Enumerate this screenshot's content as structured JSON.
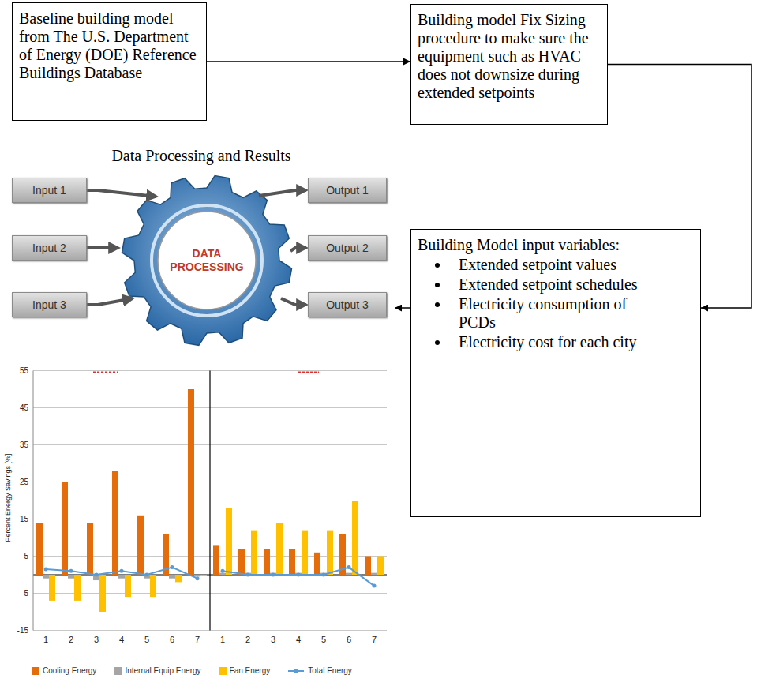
{
  "diagram": {
    "nodes": [
      {
        "text": [
          "Baseline building model from The U.S. Department of Energy (DOE) Reference Buildings Database"
        ]
      },
      {
        "text": [
          "Building model Fix Sizing procedure to make sure the equipment such as HVAC does not downsize during extended setpoints"
        ]
      },
      {
        "text": [
          "Data Processing and Results"
        ]
      },
      {
        "text": [
          "Building Model input variables:",
          "Extended setpoint values",
          "Extended setpoint schedules",
          "Electricity consumption of PCDs",
          "Electricity cost for each city"
        ]
      }
    ],
    "edges": [
      {
        "from": 0,
        "to": 1,
        "arrow": "to"
      },
      {
        "from": 1,
        "to": 3,
        "arrow": "to"
      },
      {
        "from": 3,
        "to": 2,
        "arrow": "to"
      }
    ],
    "labels": [
      "Input 1",
      "Input 2",
      "Input 3",
      "Output 1",
      "Output 2",
      "Output 3",
      "DATA PROCESSING",
      "55",
      "45",
      "35",
      "25",
      "15",
      "5",
      "-5",
      "-15",
      "Percent Energy Savings [%]",
      "1",
      "2",
      "3",
      "4",
      "5",
      "6",
      "7",
      "1",
      "2",
      "3",
      "4",
      "5",
      "6",
      "7"
    ],
    "legend": [
      {
        "text": "Cooling Energy",
        "color": "#e46c0a"
      },
      {
        "text": "Internal Equip Energy",
        "color": "#a5a5a5"
      },
      {
        "text": "Fan Energy",
        "color": "#ffc000"
      },
      {
        "text": "Total Energy"
      }
    ]
  }
}
